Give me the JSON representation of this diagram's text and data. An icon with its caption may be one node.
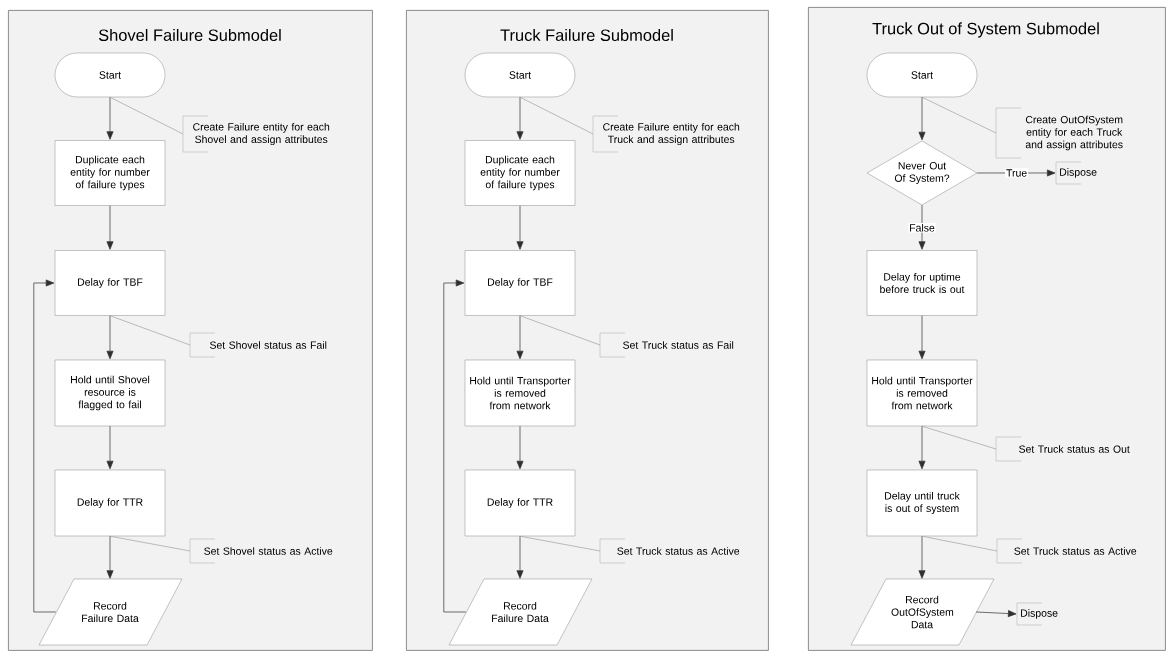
{
  "diagram": {
    "nodes": [
      {
        "text": [
          "Shovel Failure Submodel"
        ]
      },
      {
        "text": [
          "Start"
        ],
        "in": 0
      },
      {
        "text": [
          "Duplicate each entity for number of failure types"
        ],
        "in": 0
      },
      {
        "text": [
          "Create Failure entity for each Shovel and assign attributes"
        ],
        "in": 0
      },
      {
        "text": [
          "Delay for TBF"
        ],
        "in": 0
      },
      {
        "text": [
          "Set Shovel status as Fail"
        ],
        "in": 0
      },
      {
        "text": [
          "Hold until Shovel resource is flagged to fail"
        ],
        "in": 0
      },
      {
        "text": [
          "Delay for TTR"
        ],
        "in": 0
      },
      {
        "text": [
          "Set Shovel status as Active"
        ],
        "in": 0
      },
      {
        "text": [
          "Record Failure Data"
        ],
        "in": 0
      },
      {
        "text": [
          "Truck Failure Submodel"
        ]
      },
      {
        "text": [
          "Start"
        ],
        "in": 10
      },
      {
        "text": [
          "Duplicate each entity for number of failure types"
        ],
        "in": 10
      },
      {
        "text": [
          "Create Failure entity for each Truck and assign attributes"
        ],
        "in": 10
      },
      {
        "text": [
          "Delay for TBF"
        ],
        "in": 10
      },
      {
        "text": [
          "Set Truck status as Fail"
        ],
        "in": 10
      },
      {
        "text": [
          "Hold until Transporter is removed from network"
        ],
        "in": 10
      },
      {
        "text": [
          "Delay for TTR"
        ],
        "in": 10
      },
      {
        "text": [
          "Set Truck status as Active"
        ],
        "in": 10
      },
      {
        "text": [
          "Record Failure Data"
        ],
        "in": 10
      },
      {
        "text": [
          "Truck Out of System Submodel"
        ]
      },
      {
        "text": [
          "Start"
        ],
        "in": 20
      },
      {
        "text": [
          "Create OutOfSystem entity for each Truck and assign attributes"
        ],
        "in": 20
      },
      {
        "text": [
          "Never Out Of System?"
        ],
        "in": 20
      },
      {
        "text": [
          "Dispose"
        ],
        "in": 20
      },
      {
        "text": [
          "Delay for uptime before truck is out"
        ],
        "in": 20
      },
      {
        "text": [
          "Hold until Transporter is removed from network"
        ],
        "in": 20
      },
      {
        "text": [
          "Set Truck status as Out"
        ],
        "in": 20
      },
      {
        "text": [
          "Delay until truck is out of system"
        ],
        "in": 20
      },
      {
        "text": [
          "Set Truck status as Active"
        ],
        "in": 20
      },
      {
        "text": [
          "Record OutOfSystem Data"
        ],
        "in": 20
      },
      {
        "text": [
          "Dispose"
        ],
        "in": 20
      }
    ],
    "edges": [
      {
        "from": 1,
        "to": 2,
        "arrow": "to"
      },
      {
        "from": 3,
        "to": 1,
        "arrow": "none",
        "color": "#a0a0a0"
      },
      {
        "from": 2,
        "to": 4,
        "arrow": "to"
      },
      {
        "from": 4,
        "to": 6,
        "arrow": "to"
      },
      {
        "from": 5,
        "to": 4,
        "arrow": "none",
        "color": "#a0a0a0"
      },
      {
        "from": 6,
        "to": 7,
        "arrow": "to"
      },
      {
        "from": 7,
        "to": 9,
        "arrow": "to"
      },
      {
        "from": 8,
        "to": 7,
        "arrow": "none",
        "color": "#a0a0a0"
      },
      {
        "from": 9,
        "to": 4,
        "arrow": "to"
      },
      {
        "from": 11,
        "to": 12,
        "arrow": "to"
      },
      {
        "from": 13,
        "to": 11,
        "arrow": "none",
        "color": "#a0a0a0"
      },
      {
        "from": 12,
        "to": 14,
        "arrow": "to"
      },
      {
        "from": 14,
        "to": 16,
        "arrow": "to"
      },
      {
        "from": 15,
        "to": 14,
        "arrow": "none",
        "color": "#a0a0a0"
      },
      {
        "from": 16,
        "to": 17,
        "arrow": "to"
      },
      {
        "from": 17,
        "to": 19,
        "arrow": "to"
      },
      {
        "from": 18,
        "to": 17,
        "arrow": "none",
        "color": "#a0a0a0"
      },
      {
        "from": 19,
        "to": 14,
        "arrow": "to"
      },
      {
        "from": 21,
        "to": 23,
        "arrow": "to"
      },
      {
        "from": 22,
        "to": 21,
        "arrow": "none",
        "color": "#a0a0a0"
      },
      {
        "from": 23,
        "to": 24,
        "arrow": "to",
        "label": "True"
      },
      {
        "from": 23,
        "to": 25,
        "arrow": "to",
        "label": "False"
      },
      {
        "from": 25,
        "to": 26,
        "arrow": "to"
      },
      {
        "from": 26,
        "to": 28,
        "arrow": "to"
      },
      {
        "from": 27,
        "to": 26,
        "arrow": "none",
        "color": "#a0a0a0"
      },
      {
        "from": 28,
        "to": 30,
        "arrow": "to"
      },
      {
        "from": 29,
        "to": 28,
        "arrow": "none",
        "color": "#a0a0a0"
      },
      {
        "from": 30,
        "to": 31,
        "arrow": "to"
      }
    ]
  }
}
